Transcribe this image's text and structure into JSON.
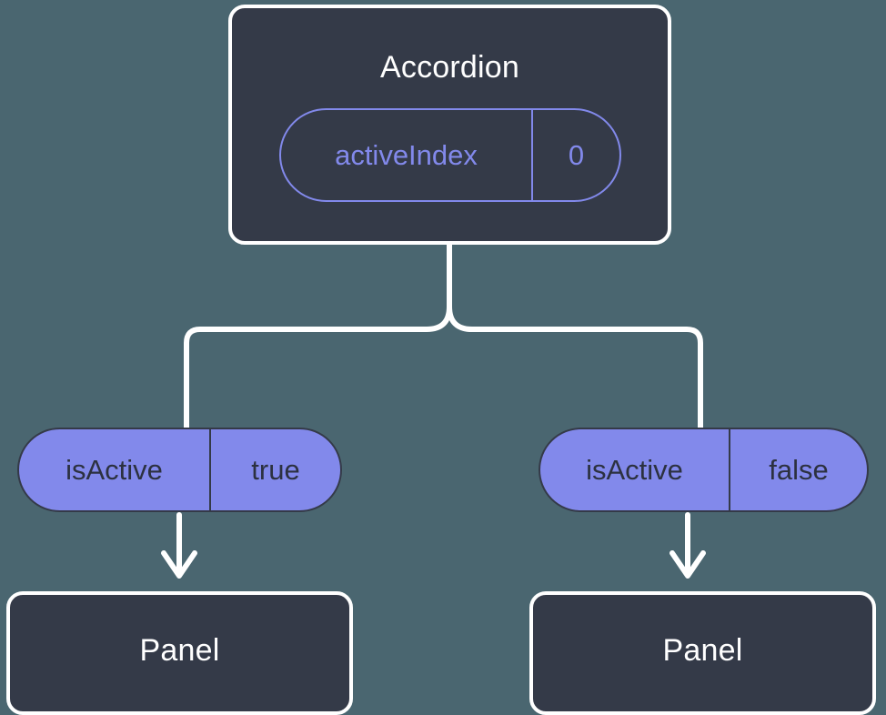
{
  "diagram": {
    "type": "component-state-tree",
    "background_color": "#4a6670",
    "node_fill_color": "#343a48",
    "node_border_color": "#ffffff",
    "accent_color": "#8289eb",
    "connector_color": "#ffffff",
    "root": {
      "title": "Accordion",
      "state": {
        "key": "activeIndex",
        "value": "0",
        "style": "outlined"
      }
    },
    "branches": [
      {
        "side": "left",
        "prop": {
          "key": "isActive",
          "value": "true",
          "style": "filled"
        },
        "child": {
          "title": "Panel"
        }
      },
      {
        "side": "right",
        "prop": {
          "key": "isActive",
          "value": "false",
          "style": "filled"
        },
        "child": {
          "title": "Panel"
        }
      }
    ]
  }
}
